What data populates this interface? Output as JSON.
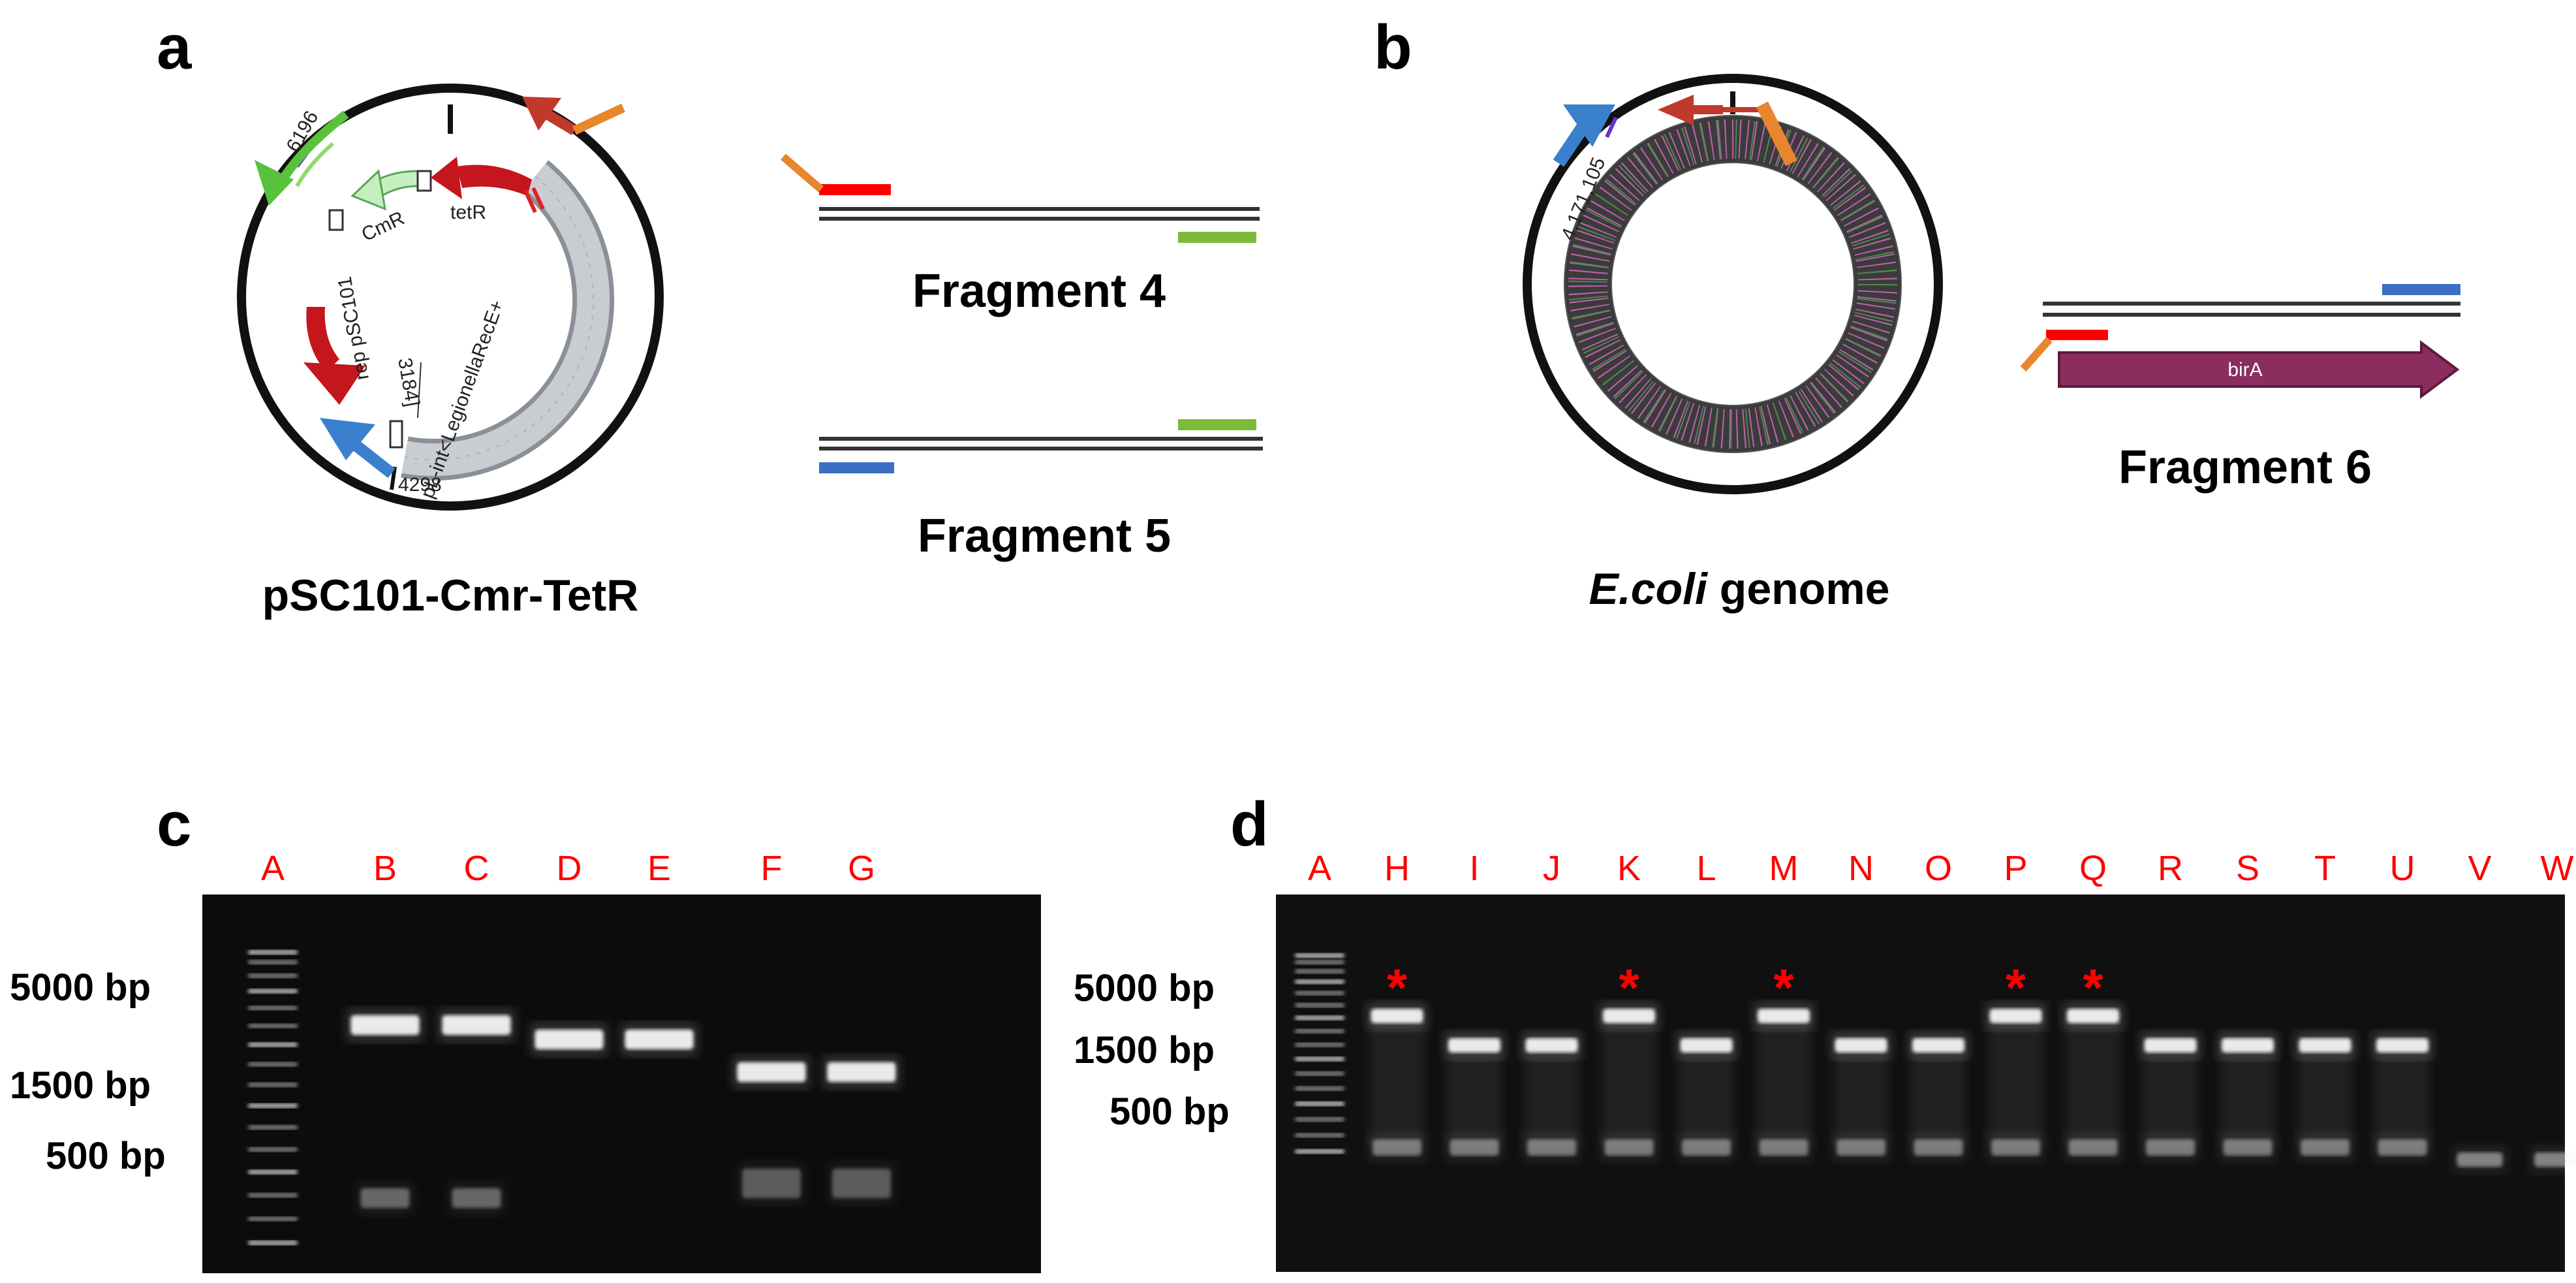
{
  "colors": {
    "red": "#ff0000",
    "green": "#7cbb3a",
    "blue": "#3a6fc4",
    "orange": "#e8862e",
    "darkred": "#c0392b",
    "birA": "#8b2d5f",
    "gel_bg": "#0c0c0c"
  },
  "panel_a": {
    "letter": "a",
    "plasmid_name": "pSC101-Cmr-TetR",
    "features": {
      "cmr": "CmR",
      "tetr": "tetR",
      "rep": "rep pSC101",
      "pl_int": "pL-int<LegionellaRecE+",
      "pos_3184": "3184]",
      "pos_4298": "4298",
      "pos_6196": "6196"
    },
    "fragment4": "Fragment 4",
    "fragment5": "Fragment 5"
  },
  "panel_b": {
    "letter": "b",
    "genome_italic": "E.coli",
    "genome_rest": " genome",
    "position": "4,171,105",
    "gene": "birA",
    "fragment6": "Fragment 6"
  },
  "panel_c": {
    "letter": "c",
    "lanes": [
      "A",
      "B",
      "C",
      "D",
      "E",
      "F",
      "G"
    ],
    "markers": [
      "5000 bp",
      "1500 bp",
      "500 bp"
    ]
  },
  "panel_d": {
    "letter": "d",
    "lanes": [
      "A",
      "H",
      "I",
      "J",
      "K",
      "L",
      "M",
      "N",
      "O",
      "P",
      "Q",
      "R",
      "S",
      "T",
      "U",
      "V",
      "W"
    ],
    "markers": [
      "5000 bp",
      "1500 bp",
      "500 bp"
    ],
    "starred_lanes": [
      "H",
      "K",
      "M",
      "P",
      "Q"
    ],
    "star": "*"
  }
}
